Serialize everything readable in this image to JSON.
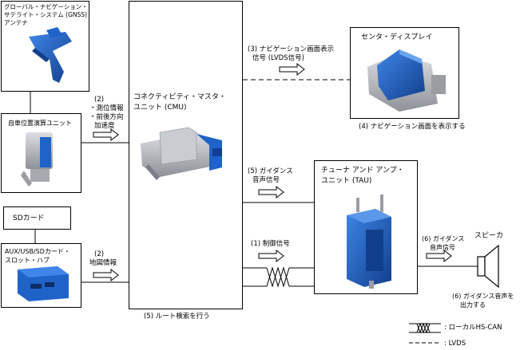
{
  "boxes": {
    "gnss_line1": "グローバル・ナビゲーション・",
    "gnss_line2": "サテライト・システム (GNSS)",
    "gnss_line3": "アンテナ",
    "position_unit": "自車位置演算ユニット",
    "sd_card": "SDカード",
    "hub_line1": "AUX/USB/SDカード・",
    "hub_line2": "スロット・ハブ",
    "cmu_line1": "コネクティビティ・マスタ・",
    "cmu_line2": "ユニット (CMU)",
    "center_display": "センタ・ディスプレイ",
    "tau_line1": "チューナ アンド アンプ・",
    "tau_line2": "ユニット (TAU)",
    "speaker": "スピーカ"
  },
  "signals": {
    "positioning_line1": "(2)",
    "positioning_line2": "・測位情報",
    "positioning_line3": "・前後方向",
    "positioning_line4": "加速度",
    "map_line1": "(2)",
    "map_line2": "地図情報",
    "nav_signal_line1": "(3) ナビゲーション画面表示",
    "nav_signal_line2": "信号 (LVDS信号)",
    "guidance_cmu_line1": "(5) ガイダンス",
    "guidance_cmu_line2": "音声信号",
    "control_signal": "(1) 制御信号",
    "guidance_tau_line1": "(6) ガイダンス",
    "guidance_tau_line2": "音声信号"
  },
  "captions": {
    "display_caption": "(4) ナビゲーション画面を表示する",
    "route_search": "(5) ルート検索を行う",
    "speaker_output_line1": "(6) ガイダンス音声を",
    "speaker_output_line2": "出力する"
  },
  "legend": {
    "can_label": ": ローカルHS-CAN",
    "lvds_label": ": LVDS"
  },
  "colors": {
    "component_blue": "#1f63c9",
    "component_dark_blue": "#123f8c",
    "component_grey": "#b9bcc1",
    "line": "#000000"
  }
}
